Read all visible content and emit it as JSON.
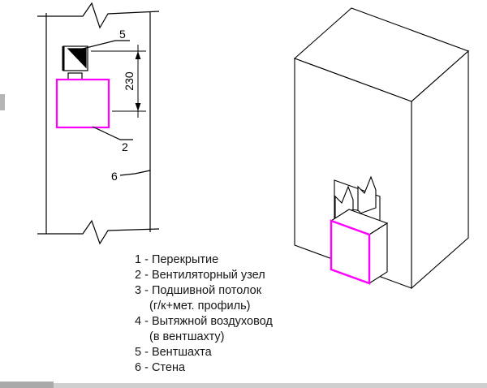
{
  "drawing": {
    "dimension_label": "230",
    "callouts": {
      "shaft": "5",
      "unit": "2",
      "wall": "6"
    }
  },
  "legend": {
    "lines": [
      "1 - Перекрытие",
      "2 - Вентиляторный узел",
      "3 - Подшивной потолок",
      "(г/к+мет. профиль)",
      "4 - Вытяжной воздуховод",
      "(в вентшахту)",
      "5 - Вентшахта",
      "6 - Стена"
    ]
  },
  "colors": {
    "accent": "#ff00ff",
    "line": "#000000"
  }
}
